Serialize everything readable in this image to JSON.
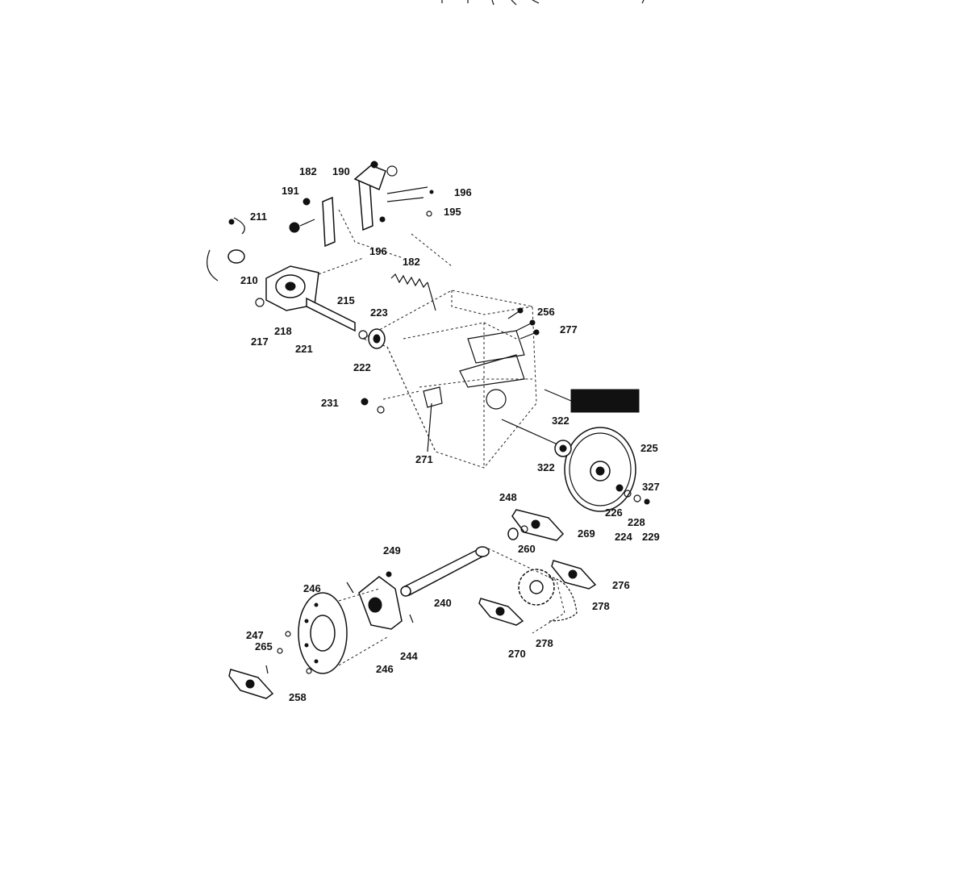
{
  "labels": {
    "l182a": "182",
    "l190": "190",
    "l191": "191",
    "l196a": "196",
    "l195": "195",
    "l196b": "196",
    "l211": "211",
    "l210": "210",
    "l218": "218",
    "l217": "217",
    "l221": "221",
    "l215": "215",
    "l223": "223",
    "l222": "222",
    "l182b": "182",
    "l256": "256",
    "l277": "277",
    "l231": "231",
    "l322a": "322",
    "l271": "271",
    "l225": "225",
    "l322b": "322",
    "l327": "327",
    "l226": "226",
    "l228": "228",
    "l224": "224",
    "l229": "229",
    "l248": "248",
    "l269": "269",
    "l260": "260",
    "l249": "249",
    "l246a": "246",
    "l240": "240",
    "l276": "276",
    "l278a": "278",
    "l278b": "278",
    "l247": "247",
    "l265": "265",
    "l244": "244",
    "l246b": "246",
    "l270": "270",
    "l258": "258"
  },
  "colors": {
    "ink": "#111111",
    "paper": "#ffffff"
  }
}
